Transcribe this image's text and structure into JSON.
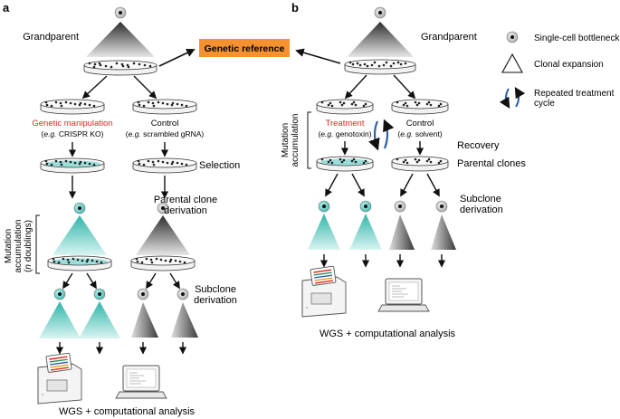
{
  "panel_a": {
    "letter": "a",
    "grandparent": "Grandparent",
    "genetic_manipulation": "Genetic manipulation",
    "eg_crispr_prefix": "(",
    "eg_crispr_eg": "e.g.",
    "eg_crispr_rest": " CRISPR KO)",
    "control": "Control",
    "eg_scrambled_prefix": "(",
    "eg_scrambled_eg": "e.g.",
    "eg_scrambled_rest": " scrambled gRNA)",
    "selection": "Selection",
    "parental_clone_line1": "Parental clone",
    "parental_clone_line2": "derivation",
    "mutation_accumulation_line1": "Mutation",
    "mutation_accumulation_line2": "accumulation",
    "mutation_accumulation_line3_a": "(",
    "mutation_accumulation_line3_n": "n",
    "mutation_accumulation_line3_b": " doublings)",
    "subclone_line1": "Subclone",
    "subclone_line2": "derivation",
    "wgs": "WGS + computational analysis"
  },
  "center": {
    "genetic_reference": "Genetic reference",
    "accent_color": "#f5922f"
  },
  "panel_b": {
    "letter": "b",
    "grandparent": "Grandparent",
    "mutation_accumulation_line1": "Mutation",
    "mutation_accumulation_line2": "accumulation",
    "treatment": "Treatment",
    "eg_genotoxin_prefix": "(",
    "eg_genotoxin_eg": "e.g.",
    "eg_genotoxin_rest": " genotoxin)",
    "control": "Control",
    "eg_solvent_prefix": "(",
    "eg_solvent_eg": "e.g.",
    "eg_solvent_rest": " solvent)",
    "recovery": "Recovery",
    "parental_clones": "Parental clones",
    "subclone_line1": "Subclone",
    "subclone_line2": "derivation",
    "wgs": "WGS + computational analysis"
  },
  "legend": {
    "single_cell": "Single-cell bottleneck",
    "clonal_expansion": "Clonal expansion",
    "repeated_line1": "Repeated treatment",
    "repeated_line2": "cycle"
  },
  "colors": {
    "teal": "#4fc7bd",
    "grey": "#9a9a9a",
    "red": "#e0281d",
    "cycle_blue": "#2e5fa8"
  },
  "icons": {
    "sequencer": "sequencer-icon",
    "laptop": "laptop-icon",
    "dish": "petri-dish-icon",
    "cell": "single-cell-icon",
    "triangle": "triangle-icon"
  }
}
